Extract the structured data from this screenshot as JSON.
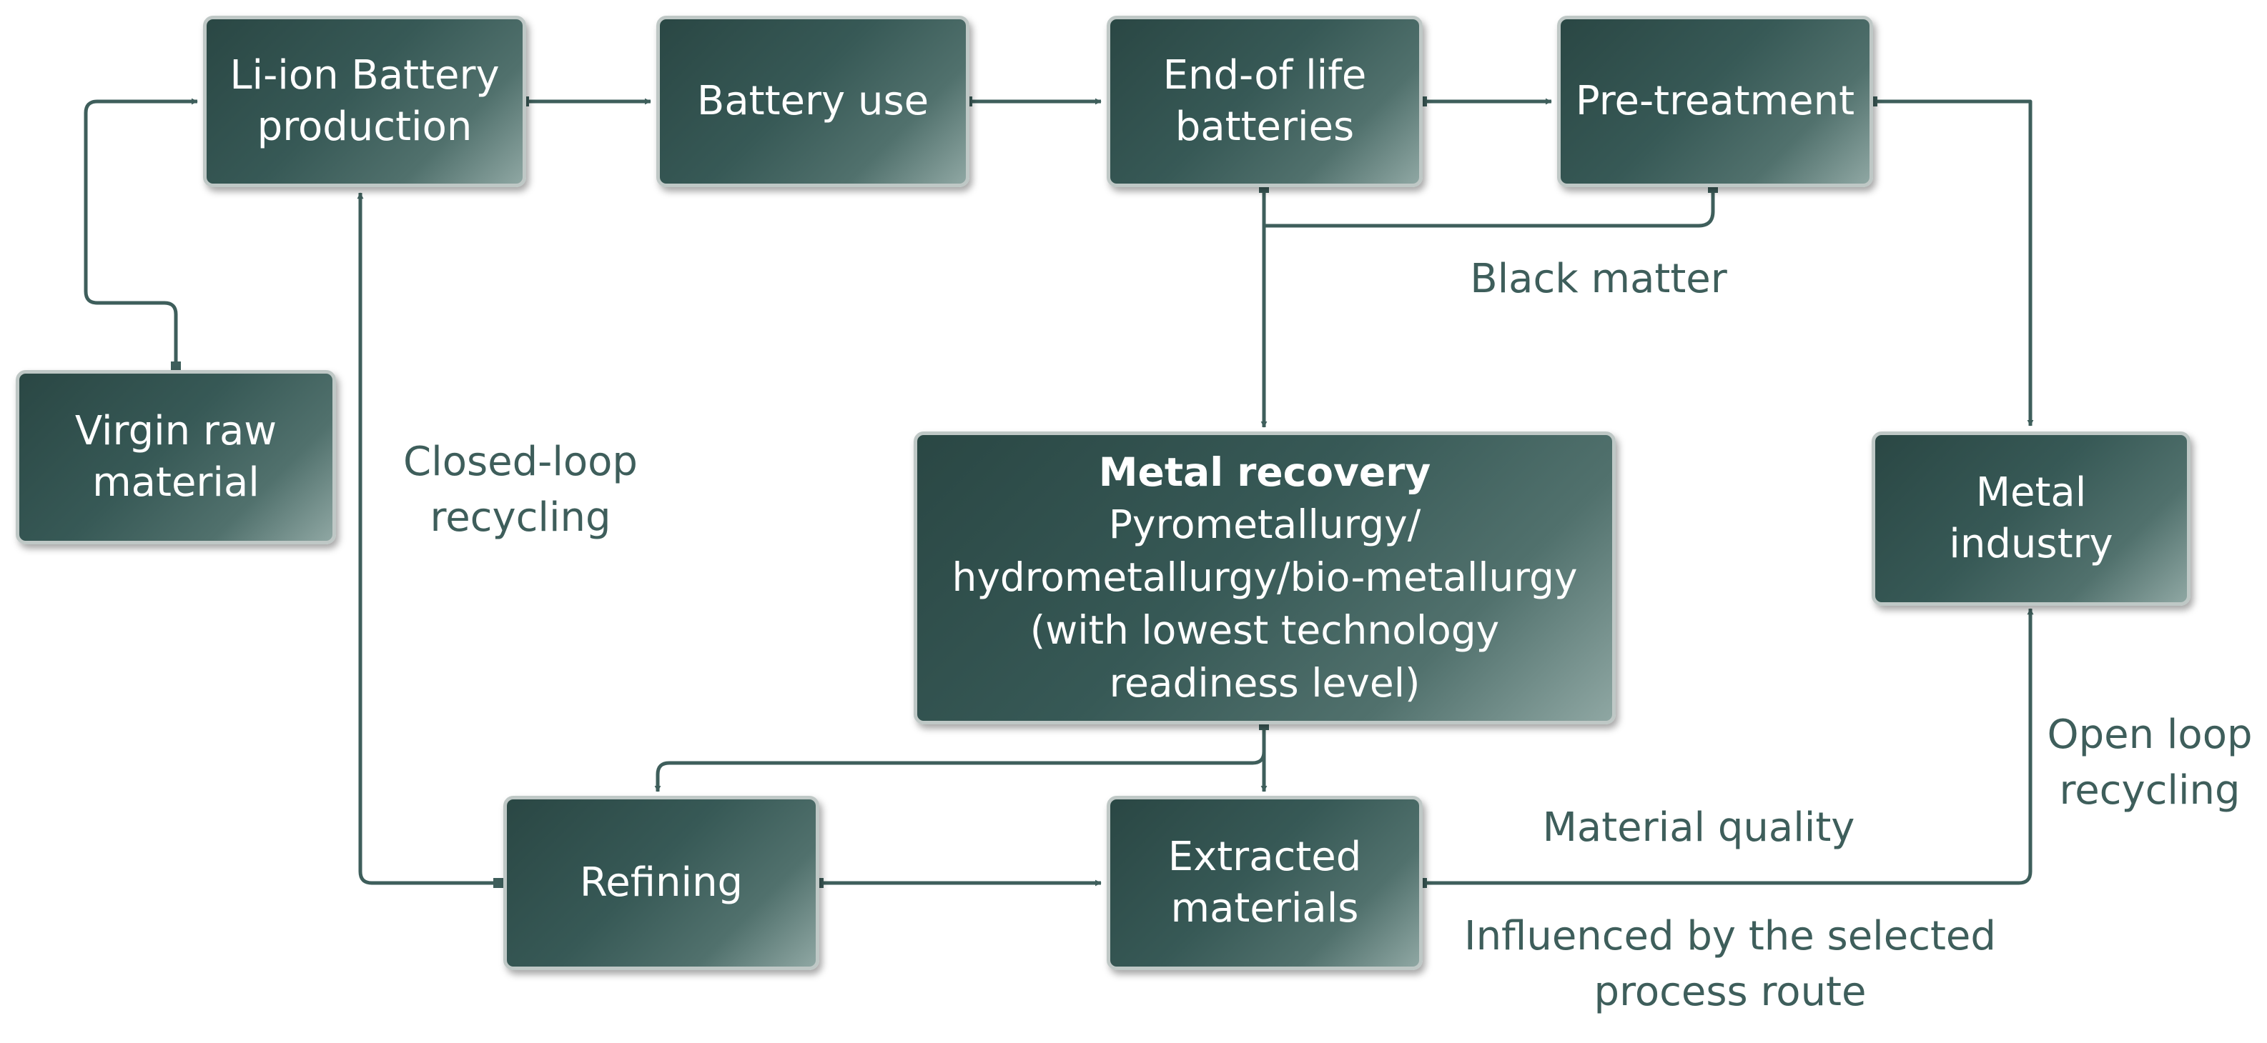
{
  "nodes": {
    "li_ion_production": {
      "lines": [
        "Li-ion Battery",
        "production"
      ]
    },
    "battery_use": {
      "lines": [
        "Battery use"
      ]
    },
    "end_of_life": {
      "lines": [
        "End-of life",
        "batteries"
      ]
    },
    "pre_treatment": {
      "lines": [
        "Pre-treatment"
      ]
    },
    "virgin_raw": {
      "lines": [
        "Virgin raw",
        "material"
      ]
    },
    "metal_recovery": {
      "title": "Metal recovery",
      "lines": [
        "Pyrometallurgy/",
        "hydrometallurgy/bio-metallurgy",
        "(with lowest technology",
        "readiness level)"
      ]
    },
    "metal_industry": {
      "lines": [
        "Metal",
        "industry"
      ]
    },
    "refining": {
      "lines": [
        "Refining"
      ]
    },
    "extracted_materials": {
      "lines": [
        "Extracted",
        "materials"
      ]
    }
  },
  "labels": {
    "black_matter": [
      "Black matter"
    ],
    "closed_loop": [
      "Closed-loop",
      "recycling"
    ],
    "open_loop": [
      "Open loop",
      "recycling"
    ],
    "material_quality": [
      "Material quality"
    ],
    "influenced": [
      "Influenced by the selected",
      "process route"
    ]
  },
  "colors": {
    "box_fill_dark": "#2a4744",
    "box_fill_light": "#8fa7a3",
    "box_border": "#bfc8c6",
    "connector": "#3e5e5b",
    "label_text": "#3e5e5b"
  }
}
